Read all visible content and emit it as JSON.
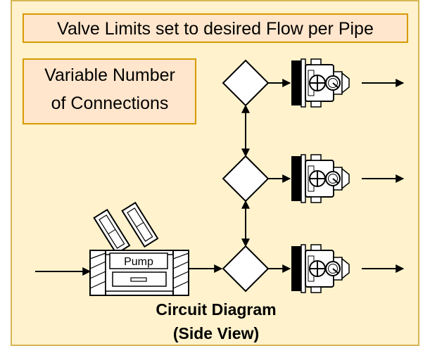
{
  "header": {
    "text": "Valve Limits set to desired Flow per Pipe"
  },
  "note": {
    "line1": "Variable Number",
    "line2": "of Connections"
  },
  "pump": {
    "label": "Pump"
  },
  "caption": {
    "line1": "Circuit Diagram",
    "line2": "(Side View)"
  },
  "colors": {
    "background": "#FFF2CC",
    "panel_border": "#D6B656",
    "header_fill": "#FFE6CC",
    "header_border": "#D79B00",
    "stroke": "#000000",
    "white": "#FFFFFF"
  },
  "icons": {
    "pump": "pump-icon",
    "valve": "valve-icon",
    "junction": "diamond-junction-icon",
    "gauge": "pressure-gauge-icon"
  },
  "branches": {
    "count": 3
  }
}
